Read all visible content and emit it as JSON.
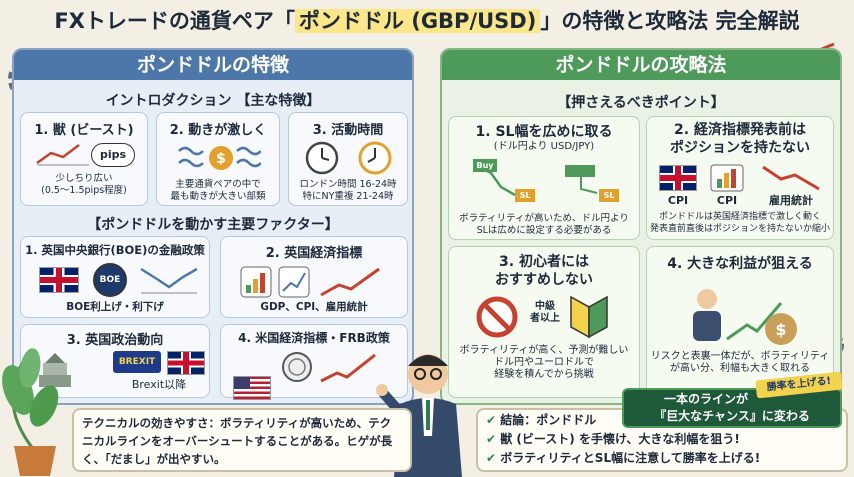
{
  "title": {
    "pre": "FXトレードの通貨ペア「",
    "highlight": "ポンドドル (GBP/USD)",
    "post": "」の特徴と攻略法 完全解説"
  },
  "left": {
    "header": "ポンドドルの特徴",
    "intro": "イントロダクション 【主な特徴】",
    "features": [
      {
        "title": "1. 獣 (ビースト)",
        "badge": "pips",
        "desc": "少しちり広い\n(0.5〜1.5pips程度)"
      },
      {
        "title": "2. 動きが激しく",
        "desc": "主要通貨ペアの中で\n最も動きが大きい部類"
      },
      {
        "title": "3. 活動時間",
        "desc": "ロンドン時間 16-24時\n特にNY重複 21-24時"
      }
    ],
    "factors_title": "【ポンドドルを動かす主要ファクター】",
    "factors": [
      {
        "title": "1. 英国中央銀行(BOE)の金融政策",
        "badge": "BOE",
        "desc": "BOE利上げ・利下げ"
      },
      {
        "title": "2. 英国経済指標",
        "desc": "GDP、CPI、雇用統計"
      },
      {
        "title": "3. 英国政治動向",
        "badge": "BREXIT",
        "desc": "Brexit以降"
      },
      {
        "title": "4. 米国経済指標・FRB政策"
      }
    ],
    "technical": "テクニカルの効きやすさ：ボラティリティが高いため、テクニカルラインをオーバーシュートすることがある。ヒゲが長く、「だまし」が出やすい。"
  },
  "right": {
    "header": "ポンドドルの攻略法",
    "points_title": "【押さえるべきポイント】",
    "points": [
      {
        "title": "1. SL幅を広めに取る",
        "subtitle": "(ドル円より USD/JPY)",
        "buy": "Buy",
        "sl": "SL",
        "desc": "ボラティリティが高いため、ドル円より\nSLは広めに設定する必要がある"
      },
      {
        "title": "2. 経済指標発表前は\nポジションを持たない",
        "labels": [
          "CPI",
          "CPI",
          "雇用統計"
        ],
        "desc": "ポンドドルは英国経済指標で激しく動く\n発表直前直後はポジションを持たないか縮小"
      },
      {
        "title": "3. 初心者には\nおすすめしない",
        "badge": "中級\n者以上",
        "desc": "ボラティリティが高く、予測が難しい\nドル円やユーロドルで\n経験を積んでから挑戦"
      },
      {
        "title": "4. 大きな利益が狙える",
        "desc": "リスクと表裏一体だが、ボラティリティ\nが高い分、利幅も大きく取れる"
      }
    ],
    "conclusion": [
      "結論：ポンドドル",
      "獣 (ビースト) を手懐け、大きな利幅を狙う!",
      "ボラティリティとSL幅に注意して勝率を上げる!"
    ],
    "callout": {
      "line1": "一本のラインが",
      "line2": "『巨大なチャンス』に変わる",
      "sticker": "勝率を上げる!"
    }
  },
  "colors": {
    "left_header": "#4d77a8",
    "right_header": "#4d9a5a",
    "highlight": "#fbe68a"
  }
}
